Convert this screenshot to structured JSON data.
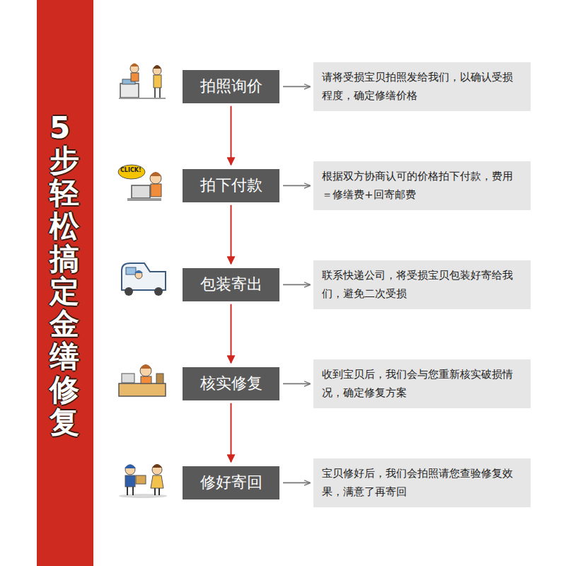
{
  "diagram": {
    "title": "5步轻松搞定金缮修复",
    "nodes": [
      {
        "text": [
          "拍照询价"
        ]
      },
      {
        "text": [
          "请将受损宝贝拍照发给我们，以确认受损程度，确定修缮价格"
        ]
      },
      {
        "text": [
          "拍下付款"
        ]
      },
      {
        "text": [
          "根据双方协商认可的价格拍下付款，费用＝修缮费+回寄邮费"
        ]
      },
      {
        "text": [
          "包装寄出"
        ]
      },
      {
        "text": [
          "联系快递公司，将受损宝贝包装好寄给我们，避免二次受损"
        ]
      },
      {
        "text": [
          "核实修复"
        ]
      },
      {
        "text": [
          "收到宝贝后，我们会与您重新核实破损情况，确定修复方案"
        ]
      },
      {
        "text": [
          "修好寄回"
        ]
      },
      {
        "text": [
          "宝贝修好后，我们会拍照请您查验修复效果，满意了再寄回"
        ]
      }
    ],
    "edges": [
      {
        "from": 0,
        "to": 1,
        "arrow": "to"
      },
      {
        "from": 2,
        "to": 3,
        "arrow": "to"
      },
      {
        "from": 4,
        "to": 5,
        "arrow": "to"
      },
      {
        "from": 6,
        "to": 7,
        "arrow": "to"
      },
      {
        "from": 8,
        "to": 9,
        "arrow": "to"
      },
      {
        "from": 0,
        "to": 2,
        "arrow": "to"
      },
      {
        "from": 2,
        "to": 4,
        "arrow": "to"
      },
      {
        "from": 4,
        "to": 6,
        "arrow": "to"
      },
      {
        "from": 6,
        "to": 8,
        "arrow": "to"
      }
    ],
    "labels": [
      "CLICK!"
    ]
  }
}
